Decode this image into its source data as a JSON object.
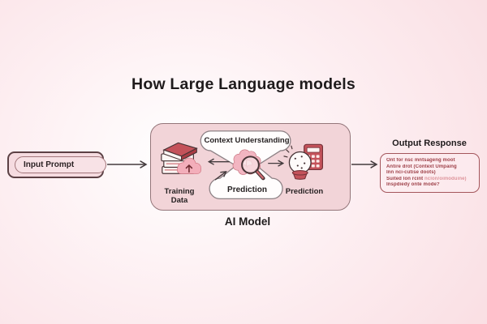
{
  "title": "How Large Language models",
  "input": {
    "label": "Input Prompt"
  },
  "ai_model": {
    "caption": "AI Model",
    "context_label": "Context Understanding",
    "prediction_center_label": "Prediction",
    "training_label": "Training Data",
    "prediction_right_label": "Prediction",
    "icons": {
      "training": "books-upload-cloud-icon",
      "reasoning": "brain-magnifier-icon",
      "prediction": "crystal-ball-calculator-icon",
      "flow": "arrow-right-icon"
    }
  },
  "output": {
    "title": "Output Response",
    "lines": [
      "Ont for nsc mntsageng moot",
      "Antire drot (Context Umpaing",
      "Inn nci-cutise doots)",
      {
        "prefix": "Suited lon rcint ",
        "accent": "nclon/oimoduine)"
      },
      "Inspdiedy onte mode?"
    ]
  },
  "colors": {
    "bg-edge": "#f8d9de",
    "bg-mid": "#fdeef1",
    "bg-center": "#ffffff",
    "panel-fill": "#f2d4d8",
    "panel-border": "#94767a",
    "accent-red": "#c4525a",
    "outline-dark": "#463335",
    "text-dark": "#1f1b1c",
    "input-border": "#5c4145",
    "inner-border": "#a2767b",
    "pink-fill": "#f5dbe0",
    "pink-fill-light": "#f8e2e6",
    "white-shape": "#fffdfd",
    "shape-stroke": "#8d8185",
    "arrow": "#433b3d",
    "brain-pink": "#f2b5c1",
    "brain-stroke": "#c36975",
    "cloud-pink": "#f3aeba",
    "cloud-stroke": "#cf6f7c",
    "output-border": "#a4565c",
    "output-text": "#9e4048",
    "output-accent": "#de949b",
    "paper": "#fdf6f4"
  }
}
